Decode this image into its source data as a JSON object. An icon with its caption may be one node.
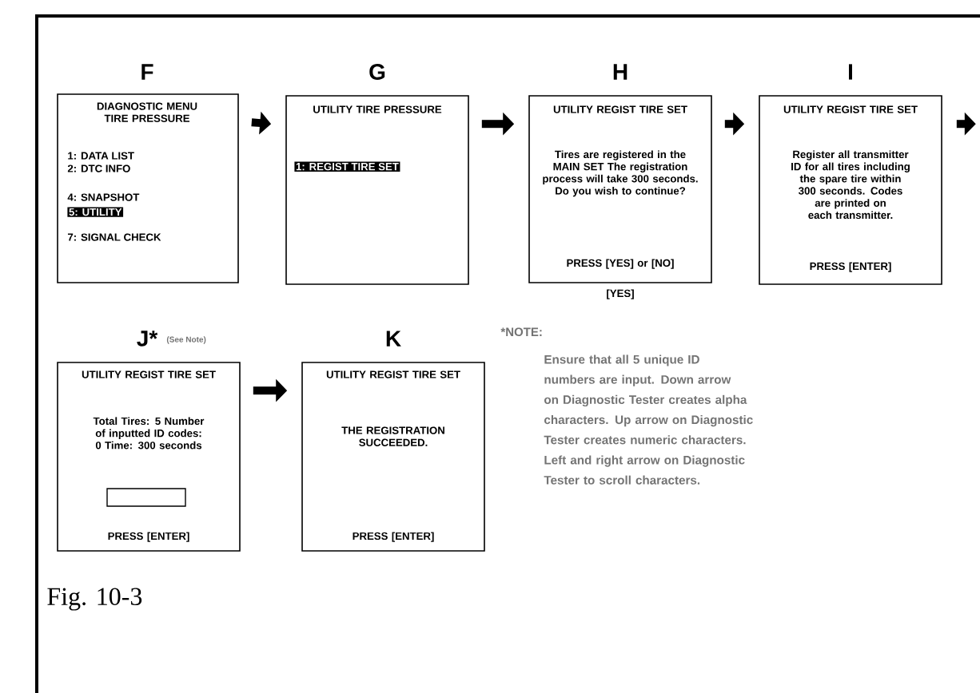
{
  "diagram": {
    "caption": "Fig. 10-3",
    "nodes": [
      {
        "text": [
          "F",
          "DIAGNOSTIC MENU TIRE PRESSURE",
          "1: DATA LIST",
          "2: DTC INFO",
          "4: SNAPSHOT",
          "5: UTILITY",
          "7: SIGNAL CHECK"
        ]
      },
      {
        "text": [
          "G",
          "UTILITY TIRE PRESSURE",
          "1: REGIST TIRE SET"
        ]
      },
      {
        "text": [
          "H",
          "UTILITY REGIST TIRE SET",
          "Tires are registered in the MAIN SET The registration process will take 300 seconds. Do you wish to continue?",
          "PRESS [YES] or [NO]"
        ],
        "beside": [
          "[YES]"
        ]
      },
      {
        "text": [
          "I",
          "UTILITY REGIST TIRE SET",
          "Register all transmitter ID for all tires including the spare tire within 300 seconds. Codes are printed on each transmitter.",
          "PRESS [ENTER]"
        ]
      },
      {
        "text": [
          "J*",
          "UTILITY REGIST TIRE SET",
          "Total Tires: 5 Number of inputted ID codes: 0 Time: 300 seconds",
          "PRESS [ENTER]"
        ],
        "beside": [
          "(See Note)"
        ]
      },
      {
        "text": [
          "K",
          "UTILITY REGIST TIRE SET",
          "THE REGISTRATION SUCCEEDED.",
          "PRESS [ENTER]"
        ]
      }
    ],
    "edges": [
      {
        "from": 0,
        "to": 1,
        "arrow": "to"
      },
      {
        "from": 1,
        "to": 2,
        "arrow": "to"
      },
      {
        "from": 2,
        "to": 3,
        "arrow": "to"
      },
      {
        "from": 3,
        "to": null,
        "arrow": "to"
      },
      {
        "from": 4,
        "to": 5,
        "arrow": "to"
      }
    ],
    "labels": [
      "*NOTE:",
      "Ensure that all 5 unique ID numbers are input. Down arrow on Diagnostic Tester creates alpha characters. Up arrow on Diagnostic Tester creates numeric characters. Left and right arrow on Diagnostic Tester to scroll characters."
    ]
  }
}
